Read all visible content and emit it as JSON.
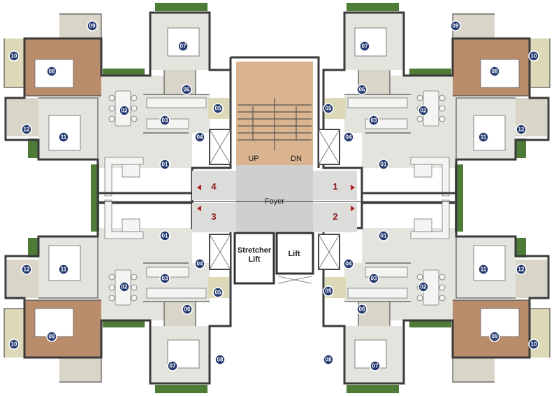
{
  "core": {
    "up_label": "UP",
    "dn_label": "DN",
    "foyer_label": "Foyer",
    "stretcher_label_1": "Stretcher",
    "stretcher_label_2": "Lift",
    "lift_label": "Lift"
  },
  "flat_numbers": [
    "1",
    "2",
    "3",
    "4"
  ],
  "room_codes": [
    "01",
    "02",
    "03",
    "04",
    "05",
    "06",
    "07",
    "08",
    "09",
    "10",
    "11",
    "12"
  ],
  "colors": {
    "wall": "#3a3a3a",
    "floor": "#e4e4df",
    "wood_floor": "#b98c6c",
    "balcony_green": "#4e7b35",
    "staircase": "#d9b48f",
    "badge": "#23386e",
    "flat_number": "#8b1a1a"
  }
}
